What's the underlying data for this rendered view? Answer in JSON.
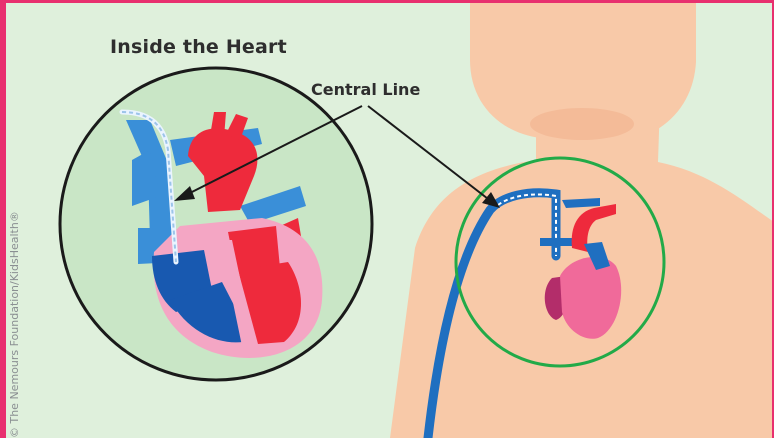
{
  "title": "Inside the Heart",
  "callout_label": "Central Line",
  "copyright": "© The Nemours Foundation/KidsHealth®",
  "colors": {
    "frame": "#e8306f",
    "background": "#dff0dc",
    "skin": "#f8c9a8",
    "inset_fill": "#c9e6c6",
    "catheter": "#1f6fc0",
    "vein_light": "#3a8fd8",
    "artery_red": "#ee2a3c",
    "heart_pink": "#f06a9a",
    "ventricle_blue": "#1859b0",
    "highlight_circle": "#22aa48"
  }
}
